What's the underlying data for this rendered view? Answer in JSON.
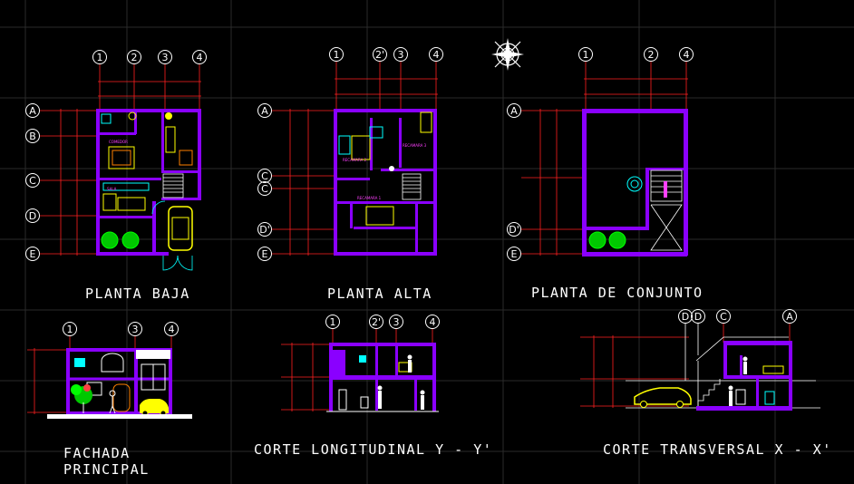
{
  "titles": {
    "planta_baja": "PLANTA BAJA",
    "planta_alta": "PLANTA ALTA",
    "planta_conjunto": "PLANTA DE CONJUNTO",
    "fachada_line1": "FACHADA",
    "fachada_line2": "PRINCIPAL",
    "corte_longitudinal": "CORTE LONGITUDINAL Y - Y'",
    "corte_transversal": "CORTE TRANSVERSAL X - X'"
  },
  "axes": {
    "planta_baja_columns": [
      "1",
      "2",
      "3",
      "4"
    ],
    "planta_baja_rows": [
      "A",
      "B",
      "C",
      "D",
      "E"
    ],
    "planta_alta_columns": [
      "1",
      "2'",
      "3",
      "4"
    ],
    "planta_alta_rows": [
      "A",
      "C",
      "C",
      "D'",
      "E"
    ],
    "planta_conjunto_columns": [
      "1",
      "2",
      "4"
    ],
    "planta_conjunto_rows": [
      "A",
      "D'",
      "E"
    ],
    "fachada_columns": [
      "1",
      "3",
      "4"
    ],
    "corte_long_columns": [
      "1",
      "2'",
      "3",
      "4"
    ],
    "corte_trans_columns": [
      "D",
      "D",
      "C",
      "A"
    ]
  },
  "colors": {
    "background": "#000000",
    "walls": "#8a00ff",
    "dimensions": "#ff2020",
    "grid": "#2a2a2a",
    "axis_bubbles": "#ffffff",
    "vegetation": "#00ff00",
    "furniture": "#ffff00",
    "fixtures": "#00ffff",
    "labels": "#ff40ff"
  },
  "icons": {
    "north_arrow": "compass-rose-icon"
  }
}
